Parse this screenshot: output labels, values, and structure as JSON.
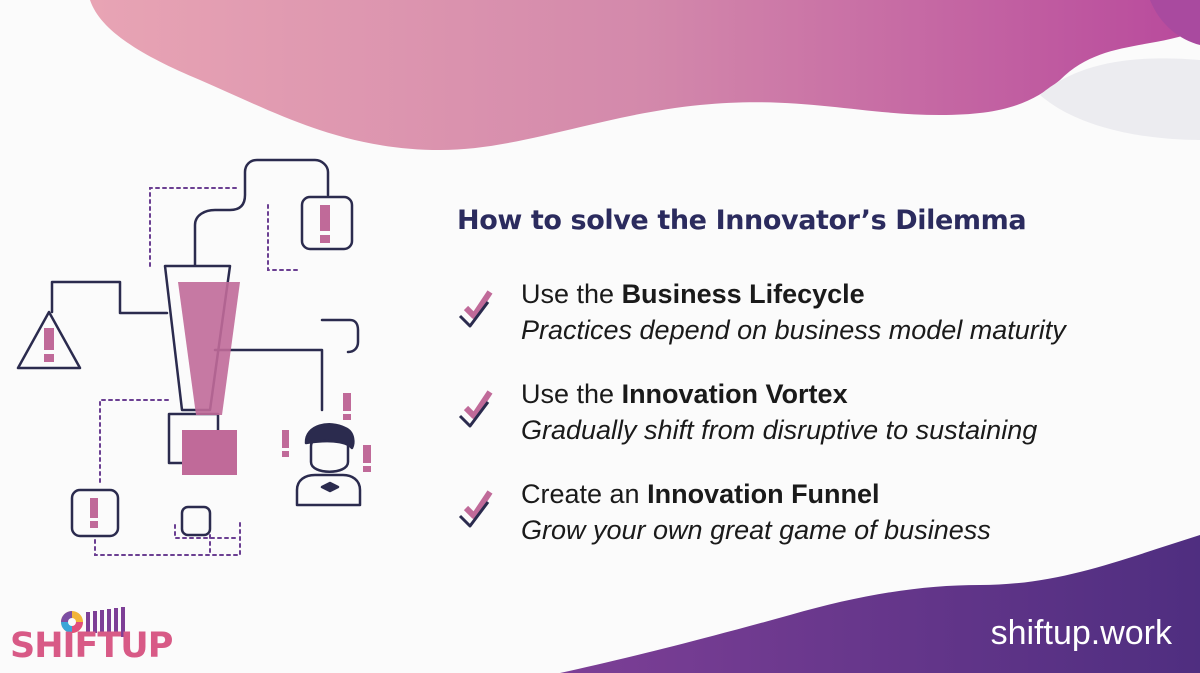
{
  "slide": {
    "title": "How to solve the Innovator’s Dilemma",
    "items": [
      {
        "lead": "Use the ",
        "strong": "Business Lifecycle",
        "detail": "Practices depend on business model maturity"
      },
      {
        "lead": "Use the ",
        "strong": "Innovation Vortex",
        "detail": "Gradually shift from disruptive to sustaining"
      },
      {
        "lead": "Create an ",
        "strong": "Innovation Funnel",
        "detail": "Grow your own great game of business"
      }
    ]
  },
  "footer": {
    "url": "shiftup.work",
    "logo_text": "SHIFTUP"
  },
  "icons": {
    "check": "double-checkmark-icon",
    "illustration": "exclamation-network-illustration"
  },
  "colors": {
    "accent_pink": "#c06a99",
    "navy": "#2b2b5e",
    "purple": "#5b3b8e",
    "logo_pink": "#d85a86"
  }
}
